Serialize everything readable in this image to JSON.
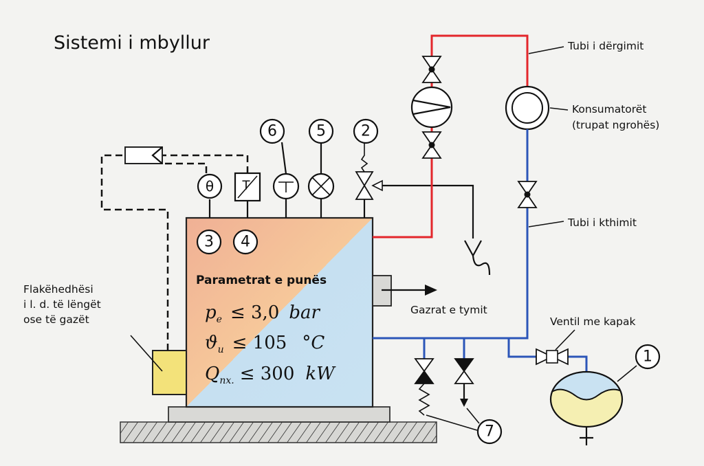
{
  "title": "Sistemi i mbyllur",
  "labels": {
    "supply_pipe": "Tubi i dërgimit",
    "consumers_line1": "Konsumatorët",
    "consumers_line2": "(trupat ngrohës)",
    "return_pipe": "Tubi i kthimit",
    "flue_gases": "Gazrat e tymit",
    "valve_with_cap": "Ventil me kapak",
    "burner_line1": "Flakëhedhësi",
    "burner_line2": "i l. d. të lëngët",
    "burner_line3": "ose të gazët"
  },
  "parameters": {
    "heading": "Parametrat e punës",
    "pressure": {
      "symbol": "p",
      "sub": "e",
      "relation": "≤ 3,0",
      "unit": "bar"
    },
    "temperature": {
      "symbol": "ϑ",
      "sub": "u",
      "relation": "≤ 105",
      "unit": "°C"
    },
    "power": {
      "symbol": "Q",
      "sub": "nx.",
      "relation": "≤ 300",
      "unit": "kW"
    }
  },
  "markers": [
    "1",
    "2",
    "3",
    "4",
    "5",
    "6",
    "7"
  ],
  "instrument_symbols": {
    "thermometer": "θ",
    "thermostat": "T"
  },
  "colors": {
    "supply_pipe": "#e3262b",
    "return_pipe": "#2b55b8",
    "boiler_hot": "#f2b9a0",
    "boiler_cold": "#c9e2f2",
    "burner": "#f3e27a",
    "expansion_water": "#c9e2f2",
    "expansion_bottom": "#f5efb2"
  }
}
